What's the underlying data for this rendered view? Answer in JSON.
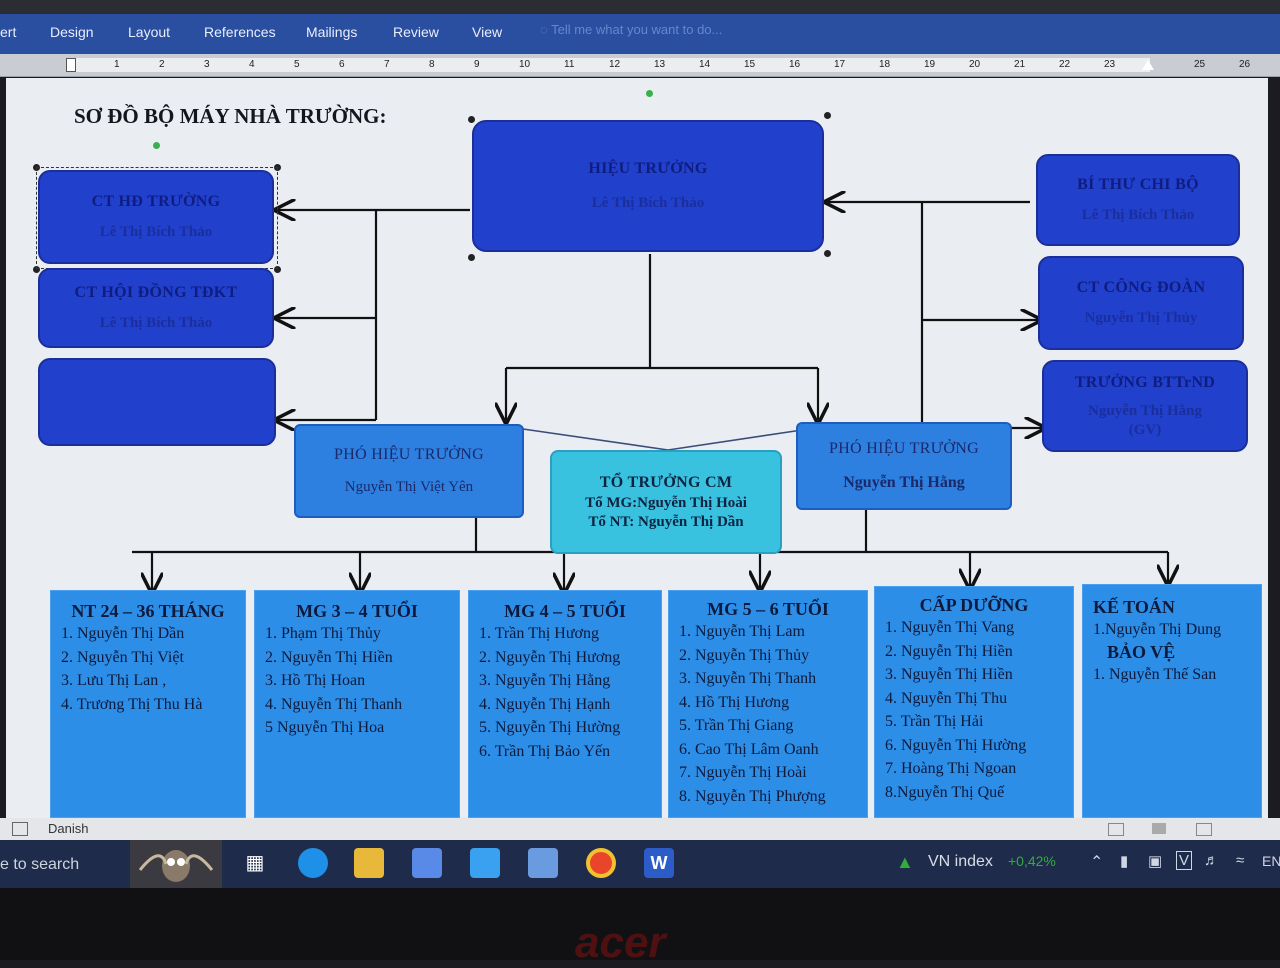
{
  "ribbon": {
    "tabs": [
      "ert",
      "Design",
      "Layout",
      "References",
      "Mailings",
      "Review",
      "View"
    ],
    "tell_me": "Tell me what you want to do..."
  },
  "ruler": {
    "numbers": [
      "1",
      "2",
      "3",
      "4",
      "5",
      "6",
      "7",
      "8",
      "9",
      "10",
      "11",
      "12",
      "13",
      "14",
      "15",
      "16",
      "17",
      "18",
      "19",
      "20",
      "21",
      "22",
      "23",
      "25",
      "26"
    ]
  },
  "document": {
    "title": "SƠ ĐỒ BỘ MÁY NHÀ TRƯỜNG:",
    "hieu_truong": {
      "title": "HIỆU TRƯỞNG",
      "name": "Lê Thị Bích Thảo"
    },
    "ct_hd_truong": {
      "title": "CT HĐ TRƯỜNG",
      "name": "Lê Thị Bích Thảo"
    },
    "ct_hoi_dong": {
      "title": "CT HỘI ĐỒNG TĐKT",
      "name": "Lê Thị Bích Thảo"
    },
    "bi_thu": {
      "title": "BÍ THƯ CHI BỘ",
      "name": "Lê Thị Bích Thảo"
    },
    "ct_cong_doan": {
      "title": "CT CÔNG ĐOÀN",
      "name": "Nguyễn Thị Thủy"
    },
    "truong_bttnd": {
      "title": "TRƯỞNG BTTrND",
      "name": "Nguyễn Thị Hằng",
      "note": "(GV)"
    },
    "pho_ht_1": {
      "title": "PHÓ HIỆU TRƯỞNG",
      "name": "Nguyễn Thị Việt Yên"
    },
    "pho_ht_2": {
      "title": "PHÓ HIỆU TRƯỞNG",
      "name": "Nguyễn Thị Hằng"
    },
    "to_truong": {
      "title": "TỔ TRƯỞNG CM",
      "line1": "Tổ MG:Nguyễn Thị Hoài",
      "line2": "Tổ NT: Nguyễn Thị Dần"
    },
    "columns": [
      {
        "title": "NT 24 – 36 THÁNG",
        "items": [
          "1. Nguyễn Thị Dần",
          "2. Nguyễn Thị Việt",
          "3. Lưu Thị Lan ,",
          "4. Trương Thị Thu Hà"
        ]
      },
      {
        "title": "MG 3 – 4 TUỔI",
        "items": [
          "1. Phạm Thị Thủy",
          "2. Nguyễn Thị Hiền",
          "3. Hồ Thị Hoan",
          "4. Nguyễn Thị Thanh",
          "5 Nguyễn Thị Hoa"
        ]
      },
      {
        "title": "MG 4 – 5 TUỔI",
        "items": [
          "1. Trần Thị Hương",
          "2. Nguyễn Thị Hương",
          "3. Nguyễn Thị Hằng",
          "4. Nguyễn Thị Hạnh",
          "5. Nguyễn Thị Hường",
          "6. Trần Thị Bảo Yến"
        ]
      },
      {
        "title": "MG 5 – 6 TUỔI",
        "items": [
          "1. Nguyễn Thị Lam",
          "2. Nguyễn Thị Thủy",
          "3. Nguyễn Thị Thanh",
          "4. Hồ Thị Hương",
          "5. Trần Thị Giang",
          "6. Cao Thị Lâm Oanh",
          "7. Nguyễn Thị Hoài",
          "8. Nguyễn Thị Phượng"
        ]
      },
      {
        "title": "CẤP DƯỠNG",
        "items": [
          "1. Nguyễn Thị Vang",
          "2. Nguyễn Thị Hiền",
          "3. Nguyễn Thị Hiền",
          "4. Nguyễn Thị Thu",
          "5. Trần Thị Hải",
          "6. Nguyễn Thị Hường",
          "7. Hoàng Thị Ngoan",
          "8.Nguyễn Thị Quế"
        ]
      },
      {
        "title": "KẾ TOÁN",
        "items": [
          "1.Nguyễn Thị Dung"
        ],
        "title2": "BẢO VỆ",
        "items2": [
          "1. Nguyễn Thế San"
        ]
      }
    ]
  },
  "status": {
    "language": "Danish"
  },
  "taskbar": {
    "search": "e to search",
    "stock_name": "VN index",
    "stock_change": "+0,42%",
    "lang": "EN"
  },
  "brand": "acer",
  "colors": {
    "dark_box": "#2140cc",
    "mid_box": "#2d7fe0",
    "teal_box": "#39c1e0",
    "column": "#2d8ee8",
    "ribbon": "#2a4ea0",
    "stock_up": "#2fae3a"
  }
}
